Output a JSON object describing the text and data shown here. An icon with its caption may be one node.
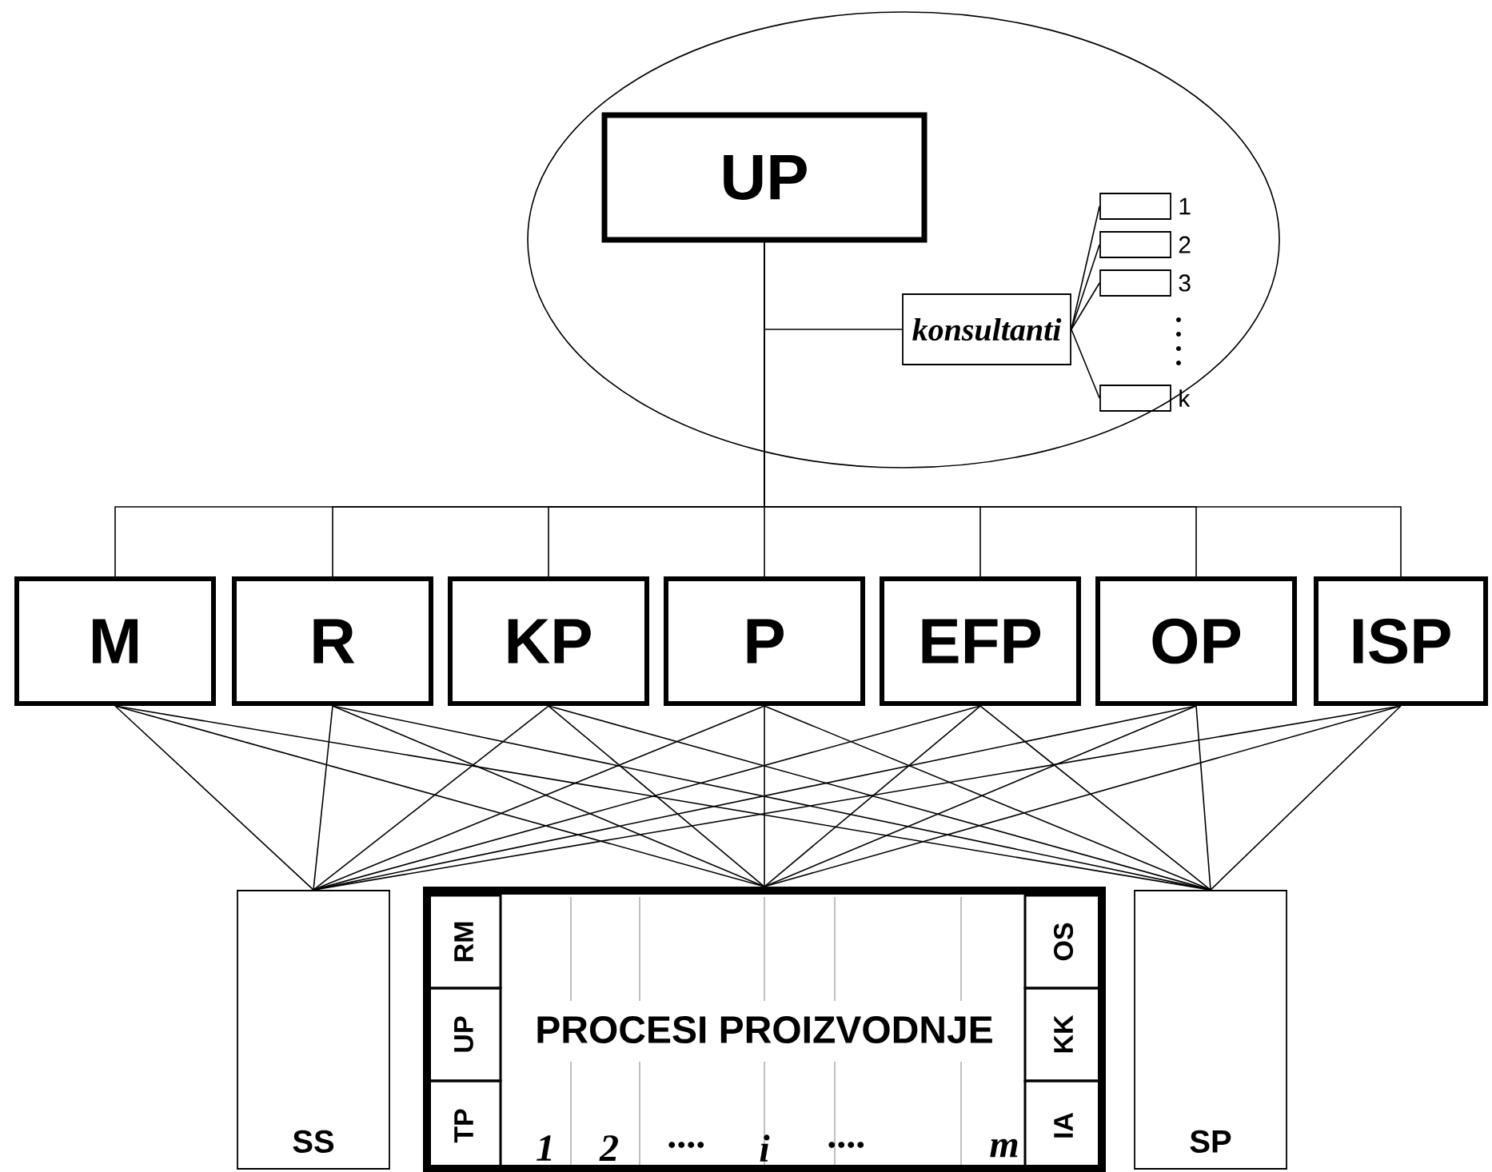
{
  "diagram": {
    "nodes": [
      {
        "text": [],
        "shape": "cloud"
      },
      {
        "text": [
          "UP"
        ],
        "in": 0
      },
      {
        "text": [
          "konsultanti"
        ],
        "in": 0
      },
      {
        "text": [],
        "shape": "box",
        "beside": [
          "1"
        ],
        "in": 0
      },
      {
        "text": [],
        "shape": "box",
        "beside": [
          "2"
        ],
        "in": 0
      },
      {
        "text": [],
        "shape": "box",
        "beside": [
          "3"
        ],
        "in": 0
      },
      {
        "text": [],
        "shape": "box",
        "beside": [
          "k"
        ],
        "in": 0
      },
      {
        "text": [
          "M"
        ]
      },
      {
        "text": [
          "R"
        ]
      },
      {
        "text": [
          "KP"
        ]
      },
      {
        "text": [
          "P"
        ]
      },
      {
        "text": [
          "EFP"
        ]
      },
      {
        "text": [
          "OP"
        ]
      },
      {
        "text": [
          "ISP"
        ]
      },
      {
        "text": [
          "SS"
        ]
      },
      {
        "text": [
          "PROCESI PROIZVODNJE"
        ]
      },
      {
        "text": [
          "RM"
        ],
        "in": 15
      },
      {
        "text": [
          "UP"
        ],
        "in": 15
      },
      {
        "text": [
          "TP"
        ],
        "in": 15
      },
      {
        "text": [
          "OS"
        ],
        "in": 15
      },
      {
        "text": [
          "KK"
        ],
        "in": 15
      },
      {
        "text": [
          "IA"
        ],
        "in": 15
      },
      {
        "text": [
          "SP"
        ]
      }
    ],
    "edges": [
      {
        "from": 1,
        "to": 2,
        "arrow": "none"
      },
      {
        "from": 2,
        "to": 3,
        "arrow": "none"
      },
      {
        "from": 2,
        "to": 4,
        "arrow": "none"
      },
      {
        "from": 2,
        "to": 5,
        "arrow": "none"
      },
      {
        "from": 2,
        "to": 6,
        "arrow": "none"
      },
      {
        "from": 1,
        "to": 7,
        "arrow": "none"
      },
      {
        "from": 1,
        "to": 8,
        "arrow": "none"
      },
      {
        "from": 1,
        "to": 9,
        "arrow": "none"
      },
      {
        "from": 1,
        "to": 10,
        "arrow": "none"
      },
      {
        "from": 1,
        "to": 11,
        "arrow": "none"
      },
      {
        "from": 1,
        "to": 12,
        "arrow": "none"
      },
      {
        "from": 1,
        "to": 13,
        "arrow": "none"
      },
      {
        "from": 7,
        "to": 14,
        "arrow": "none"
      },
      {
        "from": 7,
        "to": 15,
        "arrow": "none"
      },
      {
        "from": 7,
        "to": 22,
        "arrow": "none"
      },
      {
        "from": 8,
        "to": 14,
        "arrow": "none"
      },
      {
        "from": 8,
        "to": 15,
        "arrow": "none"
      },
      {
        "from": 8,
        "to": 22,
        "arrow": "none"
      },
      {
        "from": 9,
        "to": 14,
        "arrow": "none"
      },
      {
        "from": 9,
        "to": 15,
        "arrow": "none"
      },
      {
        "from": 9,
        "to": 22,
        "arrow": "none"
      },
      {
        "from": 10,
        "to": 14,
        "arrow": "none"
      },
      {
        "from": 10,
        "to": 15,
        "arrow": "none"
      },
      {
        "from": 10,
        "to": 22,
        "arrow": "none"
      },
      {
        "from": 11,
        "to": 14,
        "arrow": "none"
      },
      {
        "from": 11,
        "to": 15,
        "arrow": "none"
      },
      {
        "from": 11,
        "to": 22,
        "arrow": "none"
      },
      {
        "from": 12,
        "to": 14,
        "arrow": "none"
      },
      {
        "from": 12,
        "to": 15,
        "arrow": "none"
      },
      {
        "from": 12,
        "to": 22,
        "arrow": "none"
      },
      {
        "from": 13,
        "to": 14,
        "arrow": "none"
      },
      {
        "from": 13,
        "to": 15,
        "arrow": "none"
      },
      {
        "from": 13,
        "to": 22,
        "arrow": "none"
      }
    ],
    "labels": [
      "1",
      "2",
      "....",
      "i",
      "....",
      "m"
    ]
  }
}
